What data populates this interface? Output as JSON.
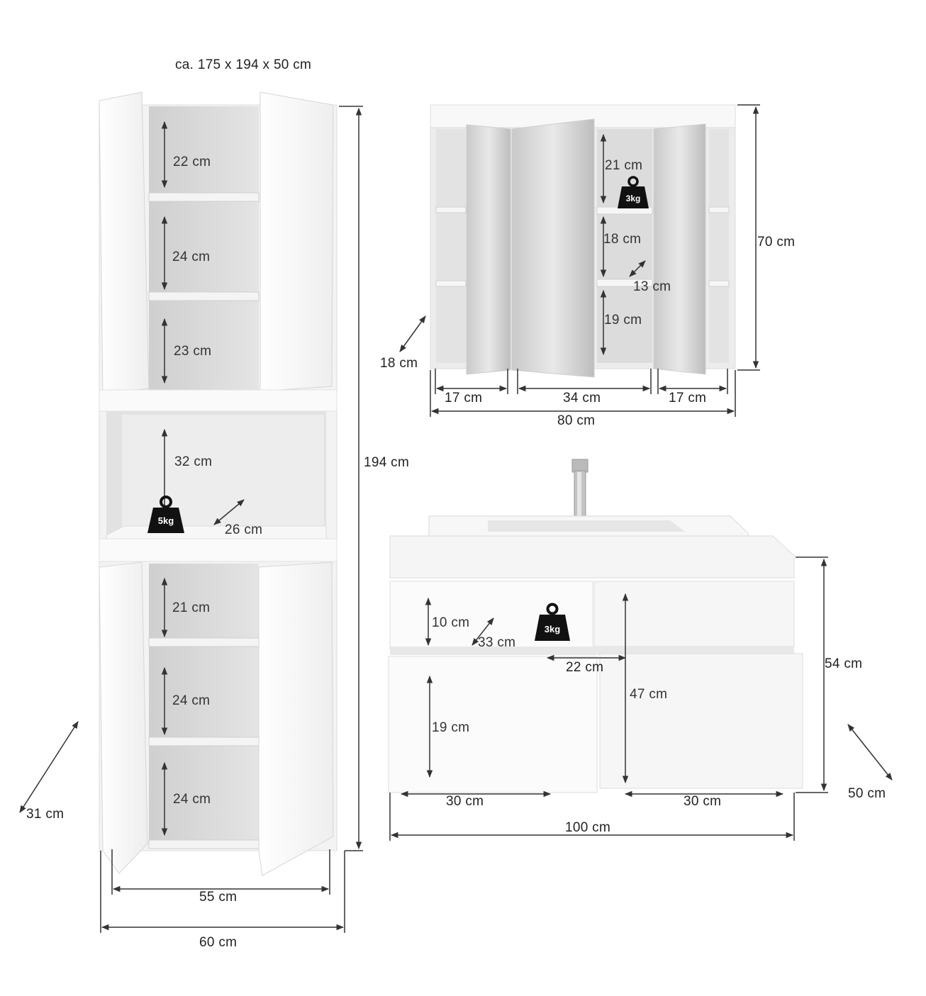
{
  "overall": "ca. 175 x 194 x 50 cm",
  "tall_cabinet": {
    "shelf_top_1": "22 cm",
    "shelf_top_2": "24 cm",
    "shelf_top_3": "23 cm",
    "niche_height": "32 cm",
    "niche_depth": "26 cm",
    "niche_load": "5kg",
    "shelf_bottom_1": "21 cm",
    "shelf_bottom_2": "24 cm",
    "shelf_bottom_3": "24 cm",
    "height": "194 cm",
    "inner_width": "55 cm",
    "width": "60 cm",
    "depth": "31 cm"
  },
  "mirror_cabinet": {
    "shelf_1": "21 cm",
    "shelf_load": "3kg",
    "shelf_2": "18 cm",
    "inner_depth": "13 cm",
    "shelf_3": "19 cm",
    "height": "70 cm",
    "depth": "18 cm",
    "left_width": "17 cm",
    "center_width": "34 cm",
    "right_width": "17 cm",
    "width": "80 cm"
  },
  "vanity": {
    "drawer_height": "10 cm",
    "drawer_depth": "33 cm",
    "drawer_load": "3kg",
    "drawer_gap": "22 cm",
    "lower_height": "19 cm",
    "inner_height": "47 cm",
    "height": "54 cm",
    "depth": "50 cm",
    "left_width": "30 cm",
    "right_width": "30 cm",
    "width": "100 cm"
  },
  "colors": {
    "white_panel": "#f6f6f6",
    "interior": "#d9d9d9",
    "line": "#333333",
    "weight_icon": "#111111"
  }
}
